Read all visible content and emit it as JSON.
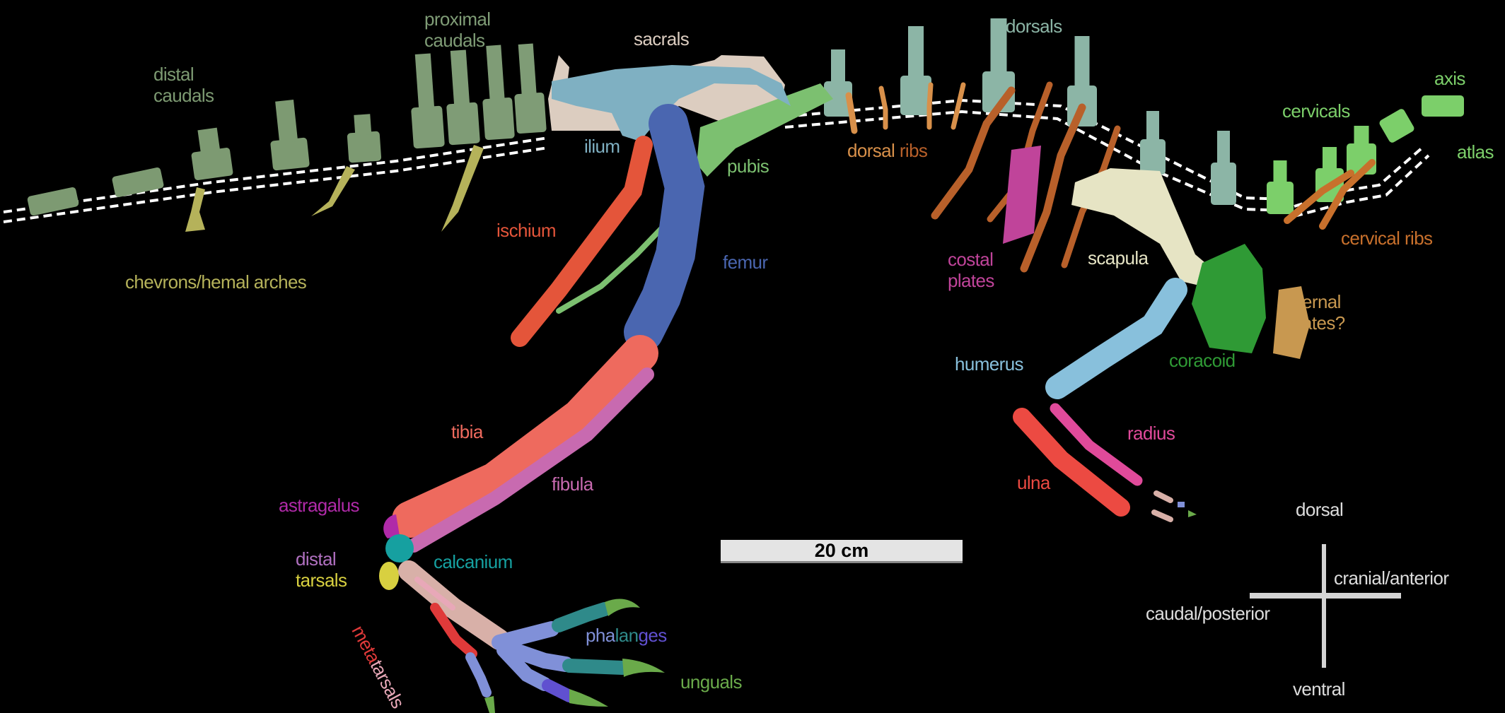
{
  "colors": {
    "distal_caudals": "#7d9a72",
    "proximal_caudals": "#7f9c76",
    "sacrals": "#dccdc0",
    "dorsals": "#8cb5a6",
    "cervicals": "#7ccf6a",
    "ilium": "#7fb0c2",
    "pubis": "#7cc070",
    "dorsal_ribs_light": "#d8904a",
    "dorsal_ribs_dark": "#b8602a",
    "ischium": "#e4553a",
    "femur": "#4a66b0",
    "costal_plates": "#c0449a",
    "scapula": "#e6e4c4",
    "cervical_ribs": "#c8702c",
    "chevrons": "#b5b25a",
    "coracoid": "#2f9a35",
    "sternal_plates": "#c89850",
    "humerus": "#88c0dc",
    "radius": "#e04a9a",
    "tibia": "#ee6a5e",
    "fibula": "#c86ab0",
    "ulna": "#ec4a42",
    "astragalus": "#b02aa8",
    "calcanium": "#16a0a0",
    "distal_label": "#b070c0",
    "tarsals": "#d8d040",
    "metatarsals_red": "#e03a3a",
    "metatarsals_pink": "#e8a8b8",
    "metatarsals_bone": "#d8b0a8",
    "phalanges": "#8090d8",
    "phalanges_teal": "#2f8a8a",
    "phalanges_violet": "#6050d0",
    "unguals": "#6aaa4a",
    "orientation": "#dddddd",
    "dashes": "#ffffff"
  },
  "labels": {
    "distal_caudals": [
      "distal",
      "caudals"
    ],
    "proximal_caudals": [
      "proximal",
      "caudals"
    ],
    "sacrals": "sacrals",
    "dorsals": "dorsals",
    "axis": "axis",
    "cervicals": "cervicals",
    "atlas": "atlas",
    "ilium": "ilium",
    "pubis": "pubis",
    "dorsal_ribs": [
      "dorsal",
      " ribs"
    ],
    "ischium": "ischium",
    "femur": "femur",
    "costal_plates": [
      "costal",
      "plates"
    ],
    "scapula": "scapula",
    "cervical_ribs": "cervical ribs",
    "chevrons": "chevrons/hemal arches",
    "coracoid": "coracoid",
    "sternal_plates": [
      "sternal",
      "plates?"
    ],
    "humerus": "humerus",
    "radius": "radius",
    "tibia": "tibia",
    "fibula": "fibula",
    "ulna": "ulna",
    "astragalus": "astragalus",
    "calcanium": "calcanium",
    "distal_tarsals": [
      "distal",
      "tarsals"
    ],
    "phalanges": [
      "pha",
      "lan",
      "ges"
    ],
    "metatarsals": [
      "meta",
      "tarsals"
    ],
    "unguals": "unguals"
  },
  "scale_bar": "20 cm",
  "orientation": {
    "dorsal": "dorsal",
    "ventral": "ventral",
    "cranial": "cranial/anterior",
    "caudal": "caudal/posterior"
  }
}
